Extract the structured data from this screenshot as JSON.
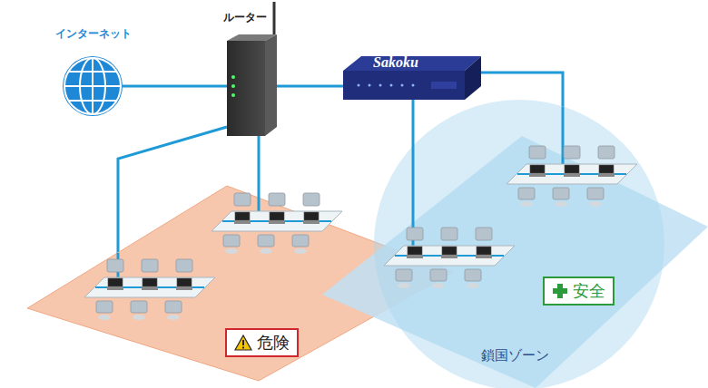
{
  "diagram": {
    "nodes": [
      {
        "text": [
          "インターネット"
        ]
      },
      {
        "text": [
          "ルーター"
        ]
      },
      {
        "text": [
          "Sakoku"
        ]
      },
      {
        "text": [
          "危険"
        ]
      },
      {
        "text": [
          "安全",
          "鎖国ゾーン"
        ]
      }
    ],
    "edges": [
      {
        "from": 0,
        "to": 1,
        "arrow": "none"
      },
      {
        "from": 1,
        "to": 2,
        "arrow": "none"
      },
      {
        "from": 1,
        "to": 3,
        "arrow": "none"
      },
      {
        "from": 1,
        "to": 3,
        "arrow": "none"
      },
      {
        "from": 2,
        "to": 4,
        "arrow": "none"
      },
      {
        "from": 2,
        "to": 4,
        "arrow": "none"
      }
    ]
  }
}
